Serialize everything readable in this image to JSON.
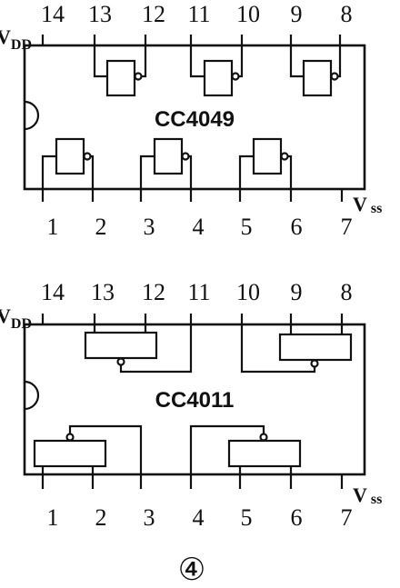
{
  "chips": [
    {
      "name": "CC4049",
      "vdd": {
        "main": "V",
        "sub": "DD"
      },
      "vss": {
        "main": "V",
        "sub": "ss"
      },
      "top_pins": [
        "14",
        "13",
        "12",
        "11",
        "10",
        "9",
        "8"
      ],
      "bottom_pins": [
        "1",
        "2",
        "3",
        "4",
        "5",
        "6",
        "7"
      ]
    },
    {
      "name": "CC4011",
      "vdd": {
        "main": "V",
        "sub": "DD"
      },
      "vss": {
        "main": "V",
        "sub": "ss"
      },
      "top_pins": [
        "14",
        "13",
        "12",
        "11",
        "10",
        "9",
        "8"
      ],
      "bottom_pins": [
        "1",
        "2",
        "3",
        "4",
        "5",
        "6",
        "7"
      ]
    }
  ],
  "figure_label": "④"
}
